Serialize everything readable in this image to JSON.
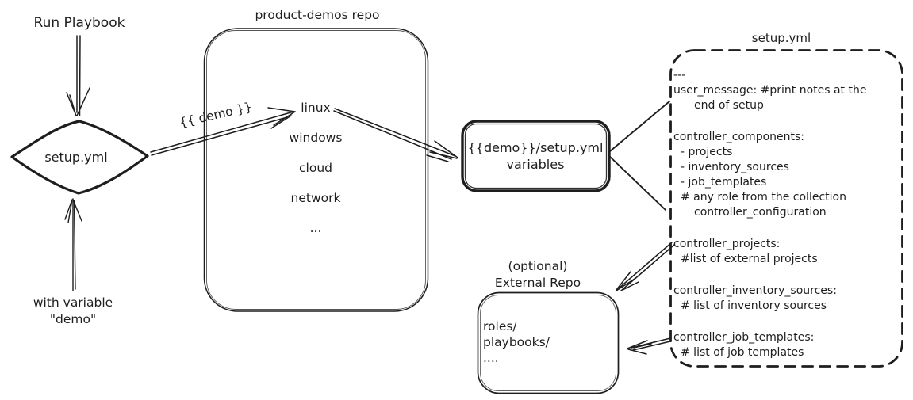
{
  "colors": {
    "stroke": "#1e1e1e",
    "background": "#ffffff"
  },
  "flow": {
    "run_playbook_label": "Run Playbook",
    "setup_diamond_label": "setup.yml",
    "with_variable_line1": "with variable",
    "with_variable_line2": "\"demo\"",
    "demo_var_label": "{{ demo }}"
  },
  "repo": {
    "title": "product-demos repo",
    "items": [
      "linux",
      "windows",
      "cloud",
      "network",
      "..."
    ]
  },
  "variables_box": {
    "line1": "{{demo}}/setup.yml",
    "line2": "variables"
  },
  "setup_yml": {
    "title": "setup.yml",
    "lines": [
      {
        "text": "---",
        "indent": 0
      },
      {
        "text": "user_message: #print notes at the",
        "indent": 0
      },
      {
        "text": "end of setup",
        "indent": 2
      },
      {
        "blank": true
      },
      {
        "text": "controller_components:",
        "indent": 0
      },
      {
        "text": "- projects",
        "indent": 1
      },
      {
        "text": "- inventory_sources",
        "indent": 1
      },
      {
        "text": "- job_templates",
        "indent": 1
      },
      {
        "text": "# any role from the collection",
        "indent": 1
      },
      {
        "text": "controller_configuration",
        "indent": 2
      },
      {
        "blank": true
      },
      {
        "text": "controller_projects:",
        "indent": 0
      },
      {
        "text": "#list of external projects",
        "indent": 1
      },
      {
        "blank": true
      },
      {
        "text": "controller_inventory_sources:",
        "indent": 0
      },
      {
        "text": "# list of inventory sources",
        "indent": 1
      },
      {
        "blank": true
      },
      {
        "text": "controller_job_templates:",
        "indent": 0
      },
      {
        "text": "# list of job templates",
        "indent": 1
      }
    ]
  },
  "external_repo": {
    "title_line1": "(optional)",
    "title_line2": "External Repo",
    "lines": [
      "roles/",
      "playbooks/",
      "...."
    ]
  }
}
